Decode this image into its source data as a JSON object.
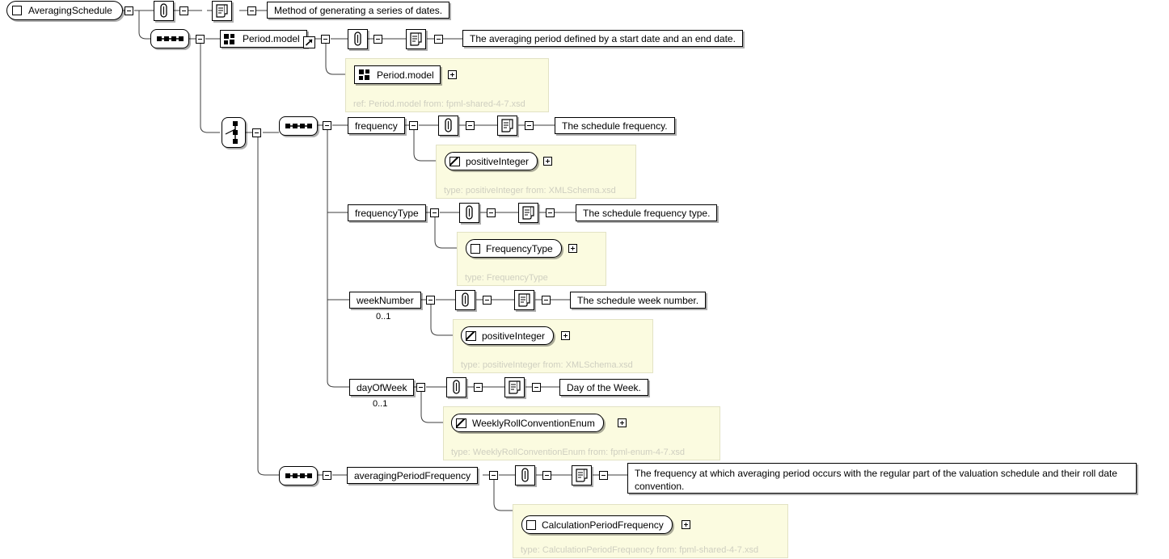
{
  "diagram": {
    "title": "AveragingSchedule",
    "type": "xsd-schema-diagram",
    "root": {
      "name": "AveragingSchedule",
      "icon": "complex-type-icon",
      "documentation": "Method of generating a series of dates."
    },
    "compositors": {
      "root_sequence": "sequence-compositor",
      "choice": "choice-compositor",
      "inner_sequence_1": "sequence-compositor",
      "inner_sequence_2": "sequence-compositor"
    },
    "nodes": [
      {
        "id": "period_model",
        "label": "Period.model",
        "icon": "group-icon",
        "external_link": true,
        "documentation": "The averaging period defined by a start date and an end date.",
        "panel": {
          "capsule_label": "Period.model",
          "capsule_icon": "group-icon",
          "ref_text": "ref: Period.model from: fpml-shared-4-7.xsd"
        }
      },
      {
        "id": "frequency",
        "label": "frequency",
        "cardinality": "",
        "documentation": "The schedule frequency.",
        "panel": {
          "capsule_label": "positiveInteger",
          "capsule_icon": "simple-type-icon",
          "ref_text": "type: positiveInteger from: XMLSchema.xsd"
        }
      },
      {
        "id": "frequencyType",
        "label": "frequencyType",
        "cardinality": "",
        "documentation": "The schedule frequency type.",
        "panel": {
          "capsule_label": "FrequencyType",
          "capsule_icon": "complex-type-icon",
          "ref_text": "type: FrequencyType"
        }
      },
      {
        "id": "weekNumber",
        "label": "weekNumber",
        "cardinality": "0..1",
        "documentation": "The schedule week number.",
        "panel": {
          "capsule_label": "positiveInteger",
          "capsule_icon": "simple-type-icon",
          "ref_text": "type: positiveInteger from: XMLSchema.xsd"
        }
      },
      {
        "id": "dayOfWeek",
        "label": "dayOfWeek",
        "cardinality": "0..1",
        "documentation": "Day of the Week.",
        "panel": {
          "capsule_label": "WeeklyRollConventionEnum",
          "capsule_icon": "simple-type-icon",
          "ref_text": "type: WeeklyRollConventionEnum from: fpml-enum-4-7.xsd"
        }
      },
      {
        "id": "averagingPeriodFrequency",
        "label": "averagingPeriodFrequency",
        "cardinality": "",
        "documentation": "The frequency at which averaging period occurs with the regular part of the valuation schedule and their roll date convention.",
        "panel": {
          "capsule_label": "CalculationPeriodFrequency",
          "capsule_icon": "complex-type-icon",
          "ref_text": "type: CalculationPeriodFrequency from: fpml-shared-4-7.xsd"
        }
      }
    ],
    "colors": {
      "panel_bg": "#fbfbe0",
      "panel_border": "#e2e2c4",
      "ref_text": "#cfcfc0",
      "line": "#3c3c3c",
      "box_border": "#000000",
      "background": "#ffffff"
    }
  }
}
